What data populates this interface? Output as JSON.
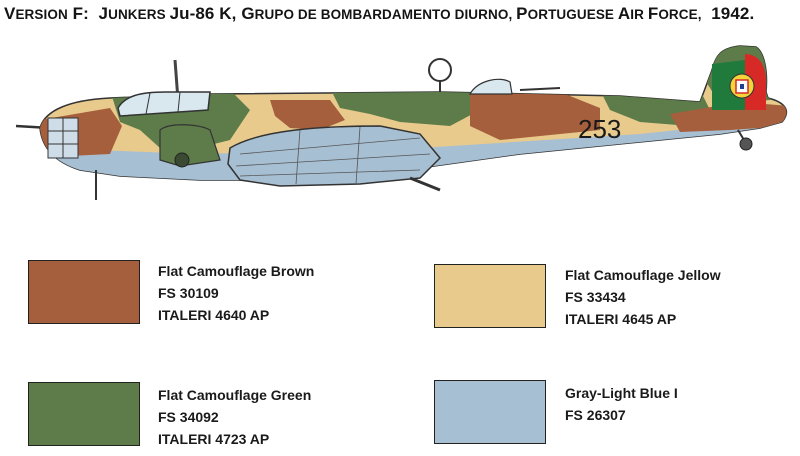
{
  "title": {
    "prefix_cap": "V",
    "prefix_rest": "ERSION",
    "code": " F:  ",
    "model_cap1": "J",
    "model_rest1": "UNKERS ",
    "model_main": "Ju-86 K, ",
    "unit_cap": "G",
    "unit_rest": "RUPO DE BOMBARDAMENTO DIURNO, ",
    "nation_cap1": "P",
    "nation_rest1": "ORTUGUESE ",
    "nation_cap2": "A",
    "nation_rest2": "IR ",
    "nation_cap3": "F",
    "nation_rest3": "ORCE,",
    "year": "  1942."
  },
  "aircraft": {
    "serial_number": "253",
    "colors": {
      "brown": "#a55f3c",
      "green": "#5d7c4a",
      "yellow": "#e8ca8c",
      "blue": "#a7bfd3",
      "roundel_green": "#1f7a3c",
      "roundel_red": "#d72a26"
    }
  },
  "paints": [
    {
      "name": "Flat Camouflage Brown",
      "fs": "FS 30109",
      "italeri": "ITALERI 4640 AP",
      "color": "#a55f3c"
    },
    {
      "name": "Flat Camouflage Jellow",
      "fs": "FS 33434",
      "italeri": "ITALERI 4645 AP",
      "color": "#e8ca8c"
    },
    {
      "name": "Flat Camouflage Green",
      "fs": "FS 34092",
      "italeri": "ITALERI 4723 AP",
      "color": "#5d7c4a"
    },
    {
      "name": "Gray-Light Blue I",
      "fs": "FS 26307",
      "italeri": "",
      "color": "#a7bfd3"
    }
  ]
}
